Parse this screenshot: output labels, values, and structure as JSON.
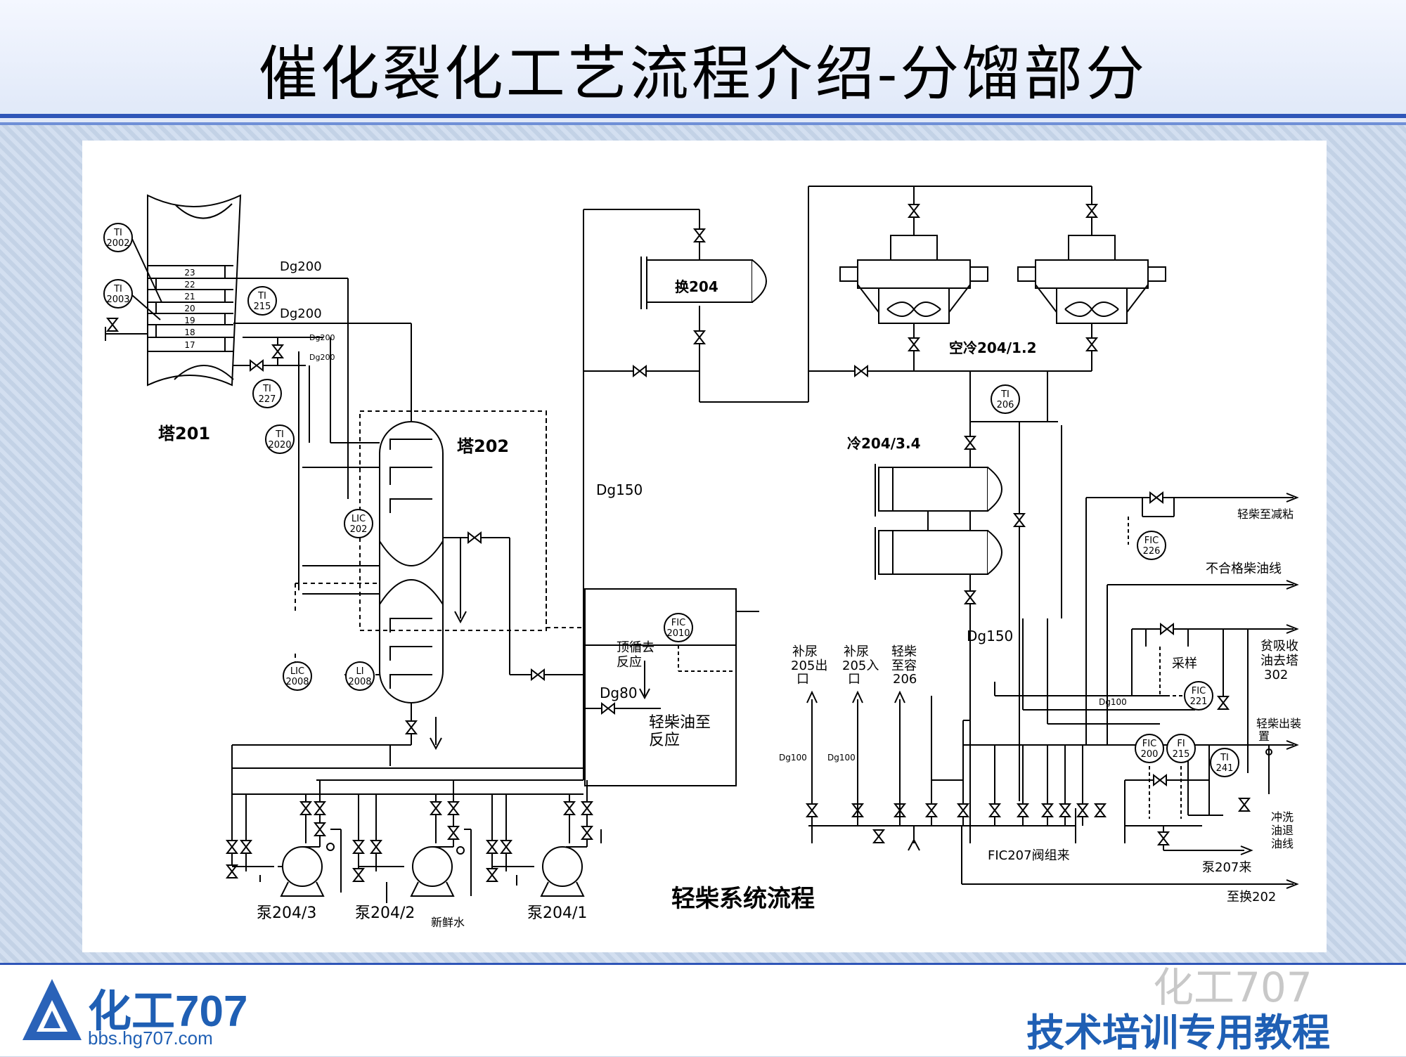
{
  "slide": {
    "title": "催化裂化工艺流程介绍-分馏部分",
    "logo_name": "化工707",
    "logo_url": "bbs.hg707.com",
    "slogan": "技术培训专用教程",
    "watermark": "化工707",
    "colors": {
      "accent": "#2f56b8",
      "brand": "#1f5fb4"
    }
  },
  "diagram": {
    "caption": "轻柴系统流程",
    "equipment": {
      "tower201": "塔201",
      "tower202": "塔202",
      "exchanger204": "换204",
      "aircooler204": "空冷204/1.2",
      "cooler204": "冷204/3.4",
      "pump3": "泵204/3",
      "pump2": "泵204/2",
      "pump1": "泵204/1"
    },
    "trays": [
      "23",
      "22",
      "21",
      "20",
      "19",
      "18",
      "17"
    ],
    "instruments": {
      "ti2002": [
        "TI",
        "2002"
      ],
      "ti2003": [
        "TI",
        "2003"
      ],
      "ti215": [
        "TI",
        "215"
      ],
      "ti227": [
        "TI",
        "227"
      ],
      "ti2020": [
        "TI",
        "2020"
      ],
      "lic202": [
        "LIC",
        "202"
      ],
      "lic2008": [
        "LIC",
        "2008"
      ],
      "li2008": [
        "LI",
        "2008"
      ],
      "fic2010": [
        "FIC",
        "2010"
      ],
      "ti206": [
        "TI",
        "206"
      ],
      "fic226": [
        "FIC",
        "226"
      ],
      "fic221": [
        "FIC",
        "221"
      ],
      "fic200": [
        "FIC",
        "200"
      ],
      "fi215": [
        "FI",
        "215"
      ],
      "ti241": [
        "TI",
        "241"
      ]
    },
    "pipe_labels": {
      "dg200a": "Dg200",
      "dg200b": "Dg200",
      "dg200c": "Dg200",
      "dg200d": "Dg200",
      "dg150a": "Dg150",
      "dg150b": "Dg150",
      "dg80": "Dg80",
      "dg100a": "Dg100",
      "dg100b": "Dg100",
      "dg100c": "Dg100"
    },
    "text_labels": {
      "top_reflux_1": "顶循去",
      "top_reflux_2": "反应",
      "lco_reaction_1": "轻柴油至",
      "lco_reaction_2": "反应",
      "lco_vacuum": "轻柴至减粘",
      "offspec": "不合格柴油线",
      "absorber_1": "贫吸收",
      "absorber_2": "油去塔",
      "absorber_3": "302",
      "sampling": "采样",
      "lco_out_1": "轻柴出装",
      "lco_out_2": "置",
      "flush_1": "冲洗",
      "flush_2": "油退",
      "flush_3": "油线",
      "makeup205out_1": "补尿",
      "makeup205out_2": "205出",
      "makeup205out_3": "口",
      "makeup205in_1": "补尿",
      "makeup205in_2": "205入",
      "makeup205in_3": "口",
      "lco206_1": "轻柴",
      "lco206_2": "至容",
      "lco206_3": "206",
      "fic207": "FIC207阀组来",
      "pump207": "泵207来",
      "to_exch202": "至换202",
      "fresh_water": "新鲜水"
    }
  }
}
